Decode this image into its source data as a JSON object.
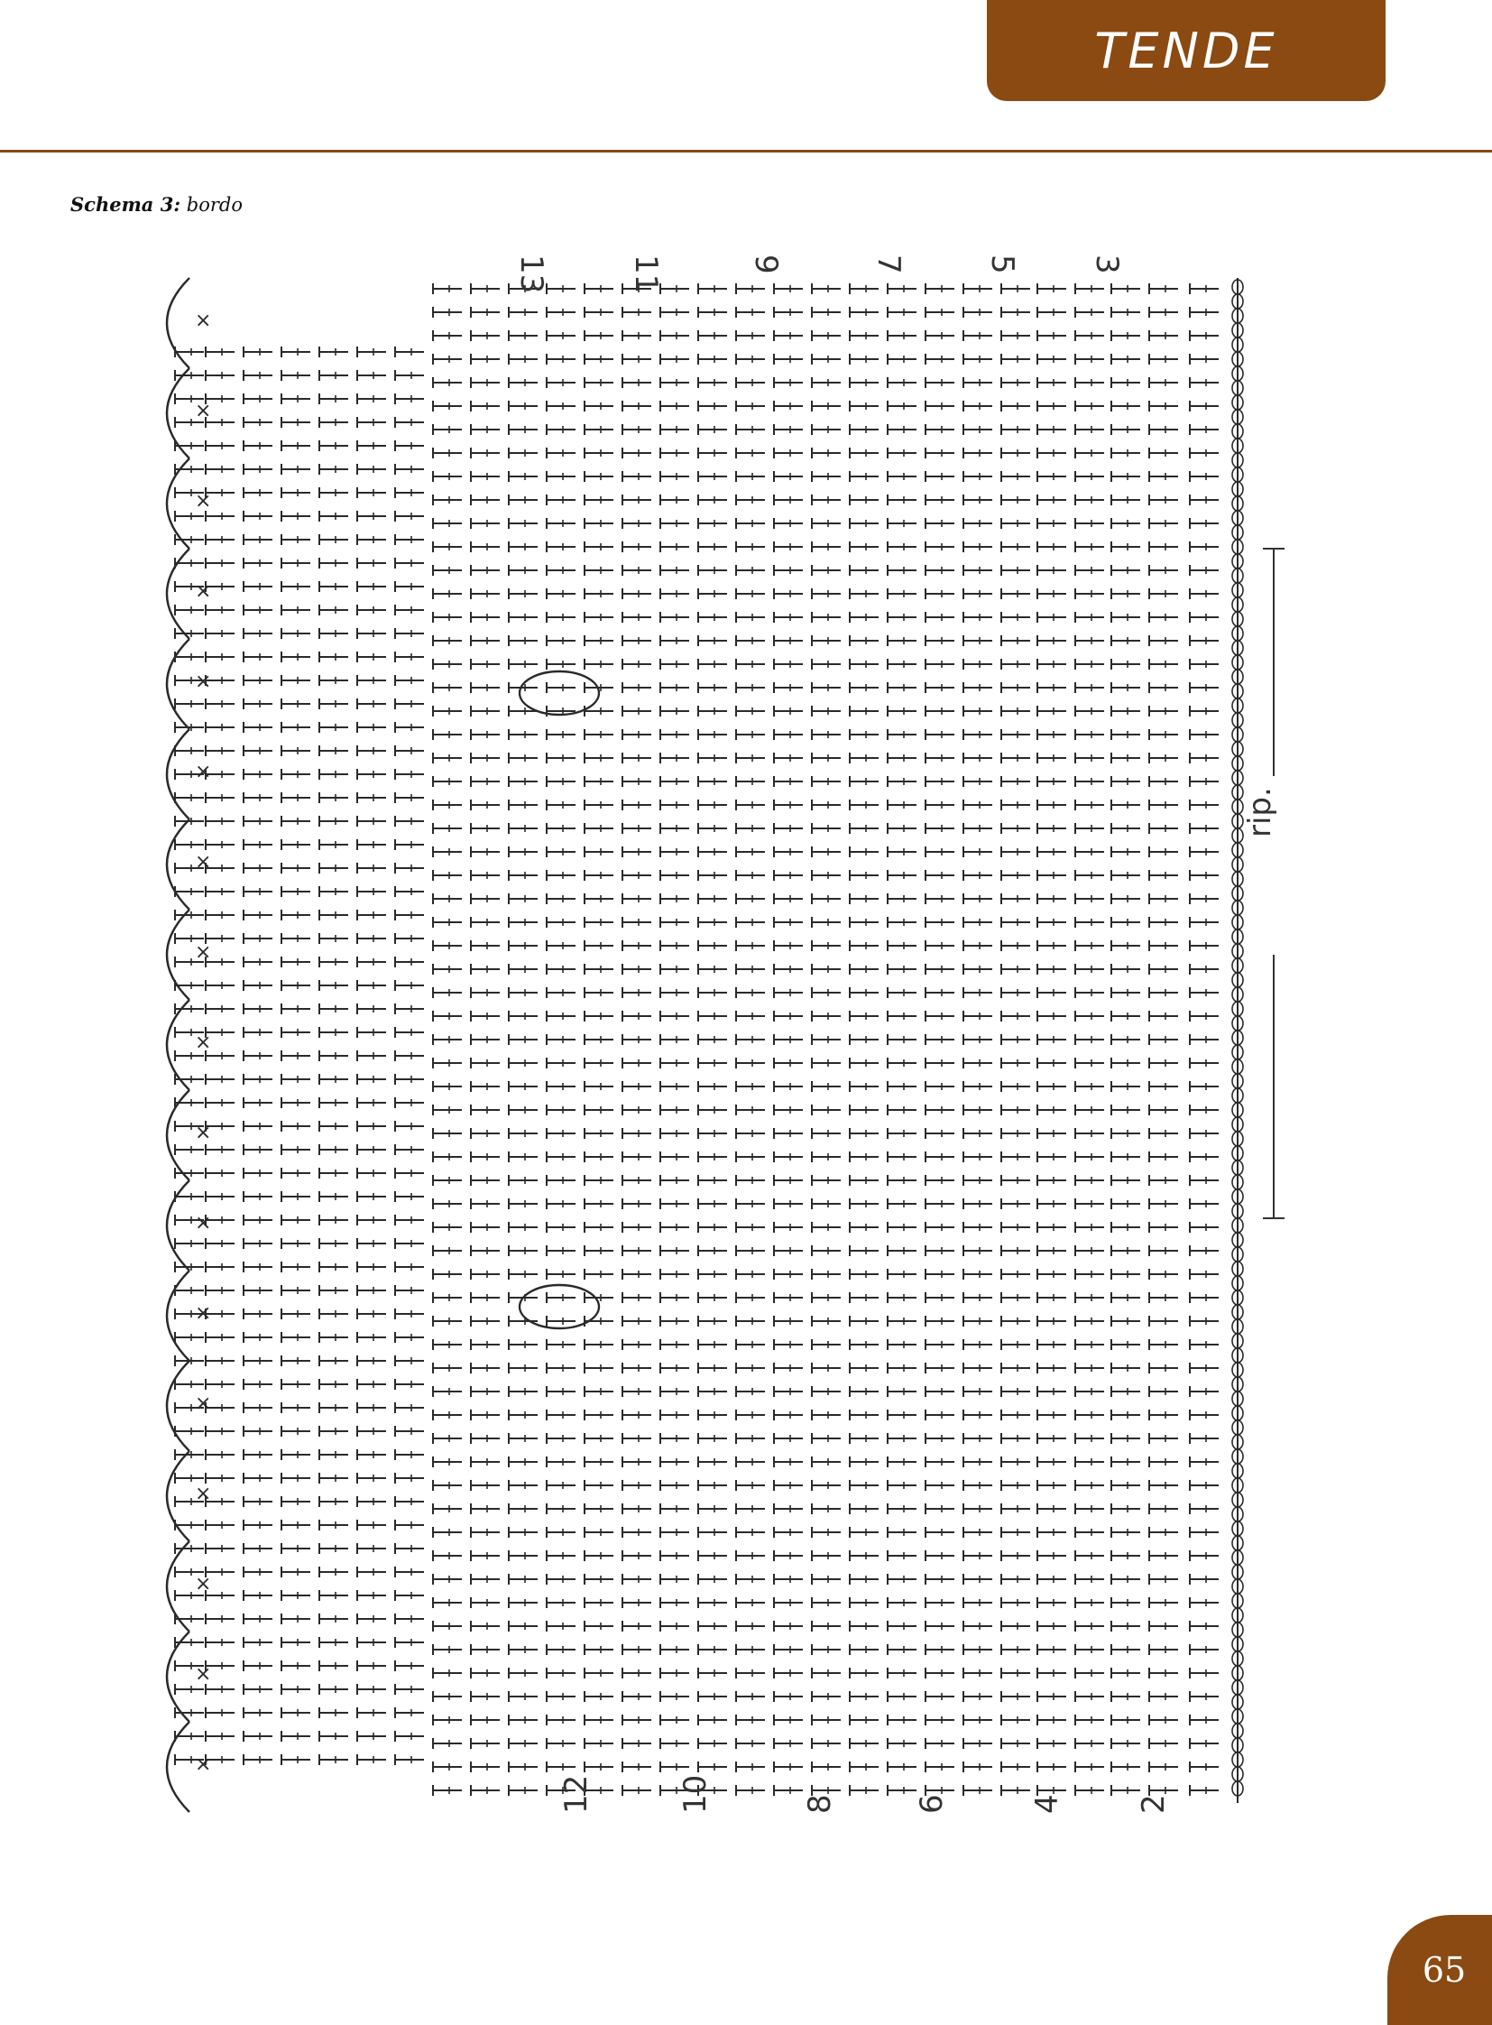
{
  "header": {
    "title": "TENDE"
  },
  "caption": {
    "label": "Schema 3:",
    "text": "bordo"
  },
  "diagram": {
    "rows_top": [
      "13",
      "11",
      "9",
      "7",
      "5",
      "3"
    ],
    "rows_bottom": [
      "12",
      "10",
      "8",
      "6",
      "4",
      "2"
    ],
    "repeat_label": "rip."
  },
  "colors": {
    "accent": "#8a4a12",
    "ink": "#2a2a2a"
  },
  "footer": {
    "page_number": "65"
  }
}
